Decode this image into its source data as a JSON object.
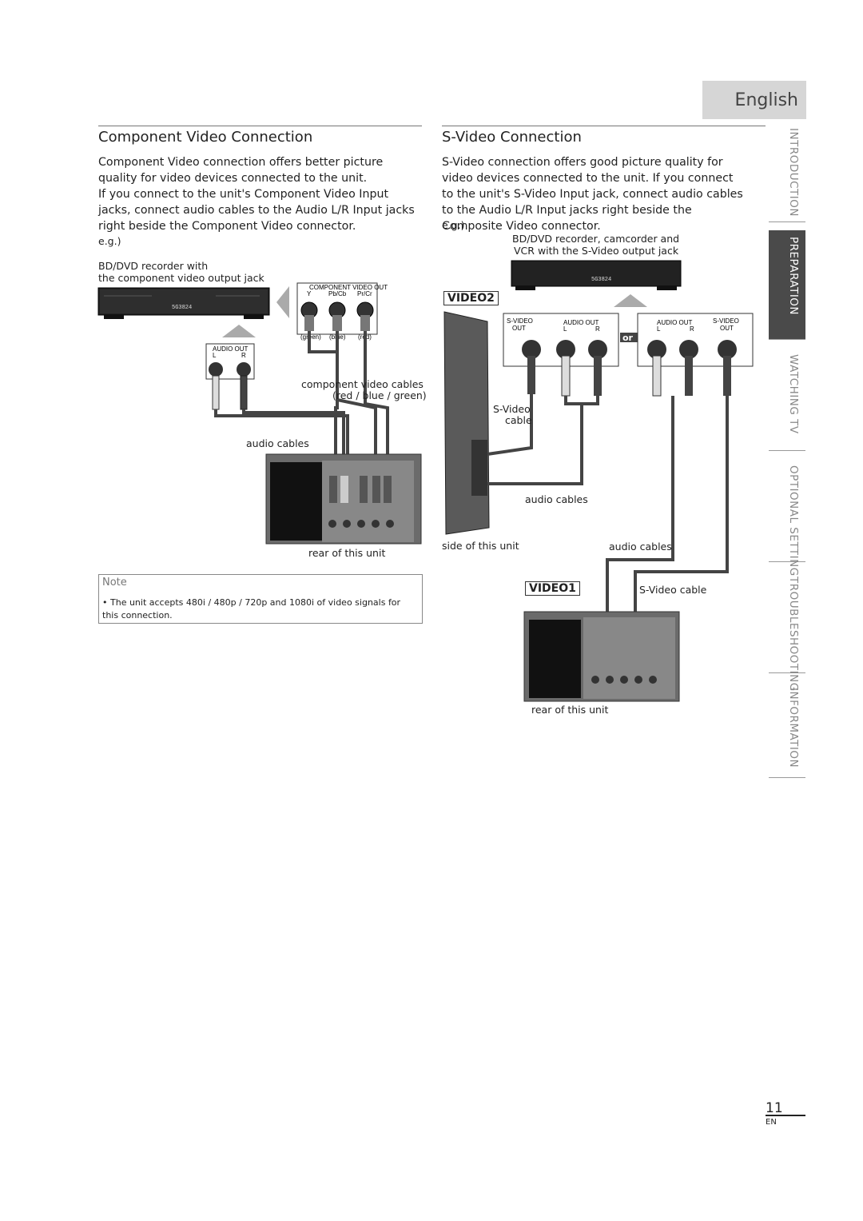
{
  "header": {
    "language": "English"
  },
  "side_nav": [
    {
      "label": "INTRODUCTION",
      "active": false
    },
    {
      "label": "PREPARATION",
      "active": true
    },
    {
      "label": "WATCHING TV",
      "active": false
    },
    {
      "label": "OPTIONAL SETTING",
      "active": false
    },
    {
      "label": "TROUBLESHOOTING",
      "active": false
    },
    {
      "label": "INFORMATION",
      "active": false
    }
  ],
  "component_section": {
    "title": "Component Video Connection",
    "paragraph1": "Component Video connection offers better picture quality for video devices connected to the unit.",
    "paragraph2": "If you connect to the unit's Component Video Input jacks, connect audio cables to the Audio L/R Input jacks right beside the Component Video connector.",
    "eg": "e.g.)",
    "device_label_1": "BD/DVD recorder with",
    "device_label_2": "the component video output jack",
    "comp_out_label": "COMPONENT VIDEO OUT",
    "comp_y": "Y",
    "comp_pb": "Pb/Cb",
    "comp_pr": "Pr/Cr",
    "color_green": "(green)",
    "color_blue": "(blue)",
    "color_red": "(red)",
    "audio_out": "AUDIO OUT",
    "audio_l": "L",
    "audio_r": "R",
    "comp_cables_1": "component video cables",
    "comp_cables_2": "(red / blue / green)",
    "audio_cables": "audio cables",
    "rear_label": "rear of this unit",
    "display": "5G3824"
  },
  "note": {
    "heading": "Note",
    "text": "The unit accepts 480i / 480p / 720p and 1080i of video signals for this connection."
  },
  "svideo_section": {
    "title": "S-Video Connection",
    "paragraph": "S-Video connection offers good picture quality for video devices connected to the unit. If you connect to the unit's S-Video Input jack, connect audio cables to the Audio L/R Input jacks right beside the Composite Video connector.",
    "eg": "e.g.)",
    "device_label_1": "BD/DVD recorder, camcorder and",
    "device_label_2": "VCR with the S-Video output jack",
    "video2": "VIDEO2",
    "video1": "VIDEO1",
    "svideo_out_1": "S-VIDEO",
    "svideo_out_2": "OUT",
    "audio_out": "AUDIO OUT",
    "audio_l": "L",
    "audio_r": "R",
    "or": "or",
    "svideo_cable_1": "S-Video",
    "svideo_cable_2": "cable",
    "audio_cables_1": "audio cables",
    "side_label": "side of this unit",
    "audio_cables_2": "audio cables",
    "svideo_cable_3": "S-Video cable",
    "rear_label": "rear of this unit",
    "display": "5G3824"
  },
  "footer": {
    "page": "11",
    "lang_code": "EN"
  }
}
